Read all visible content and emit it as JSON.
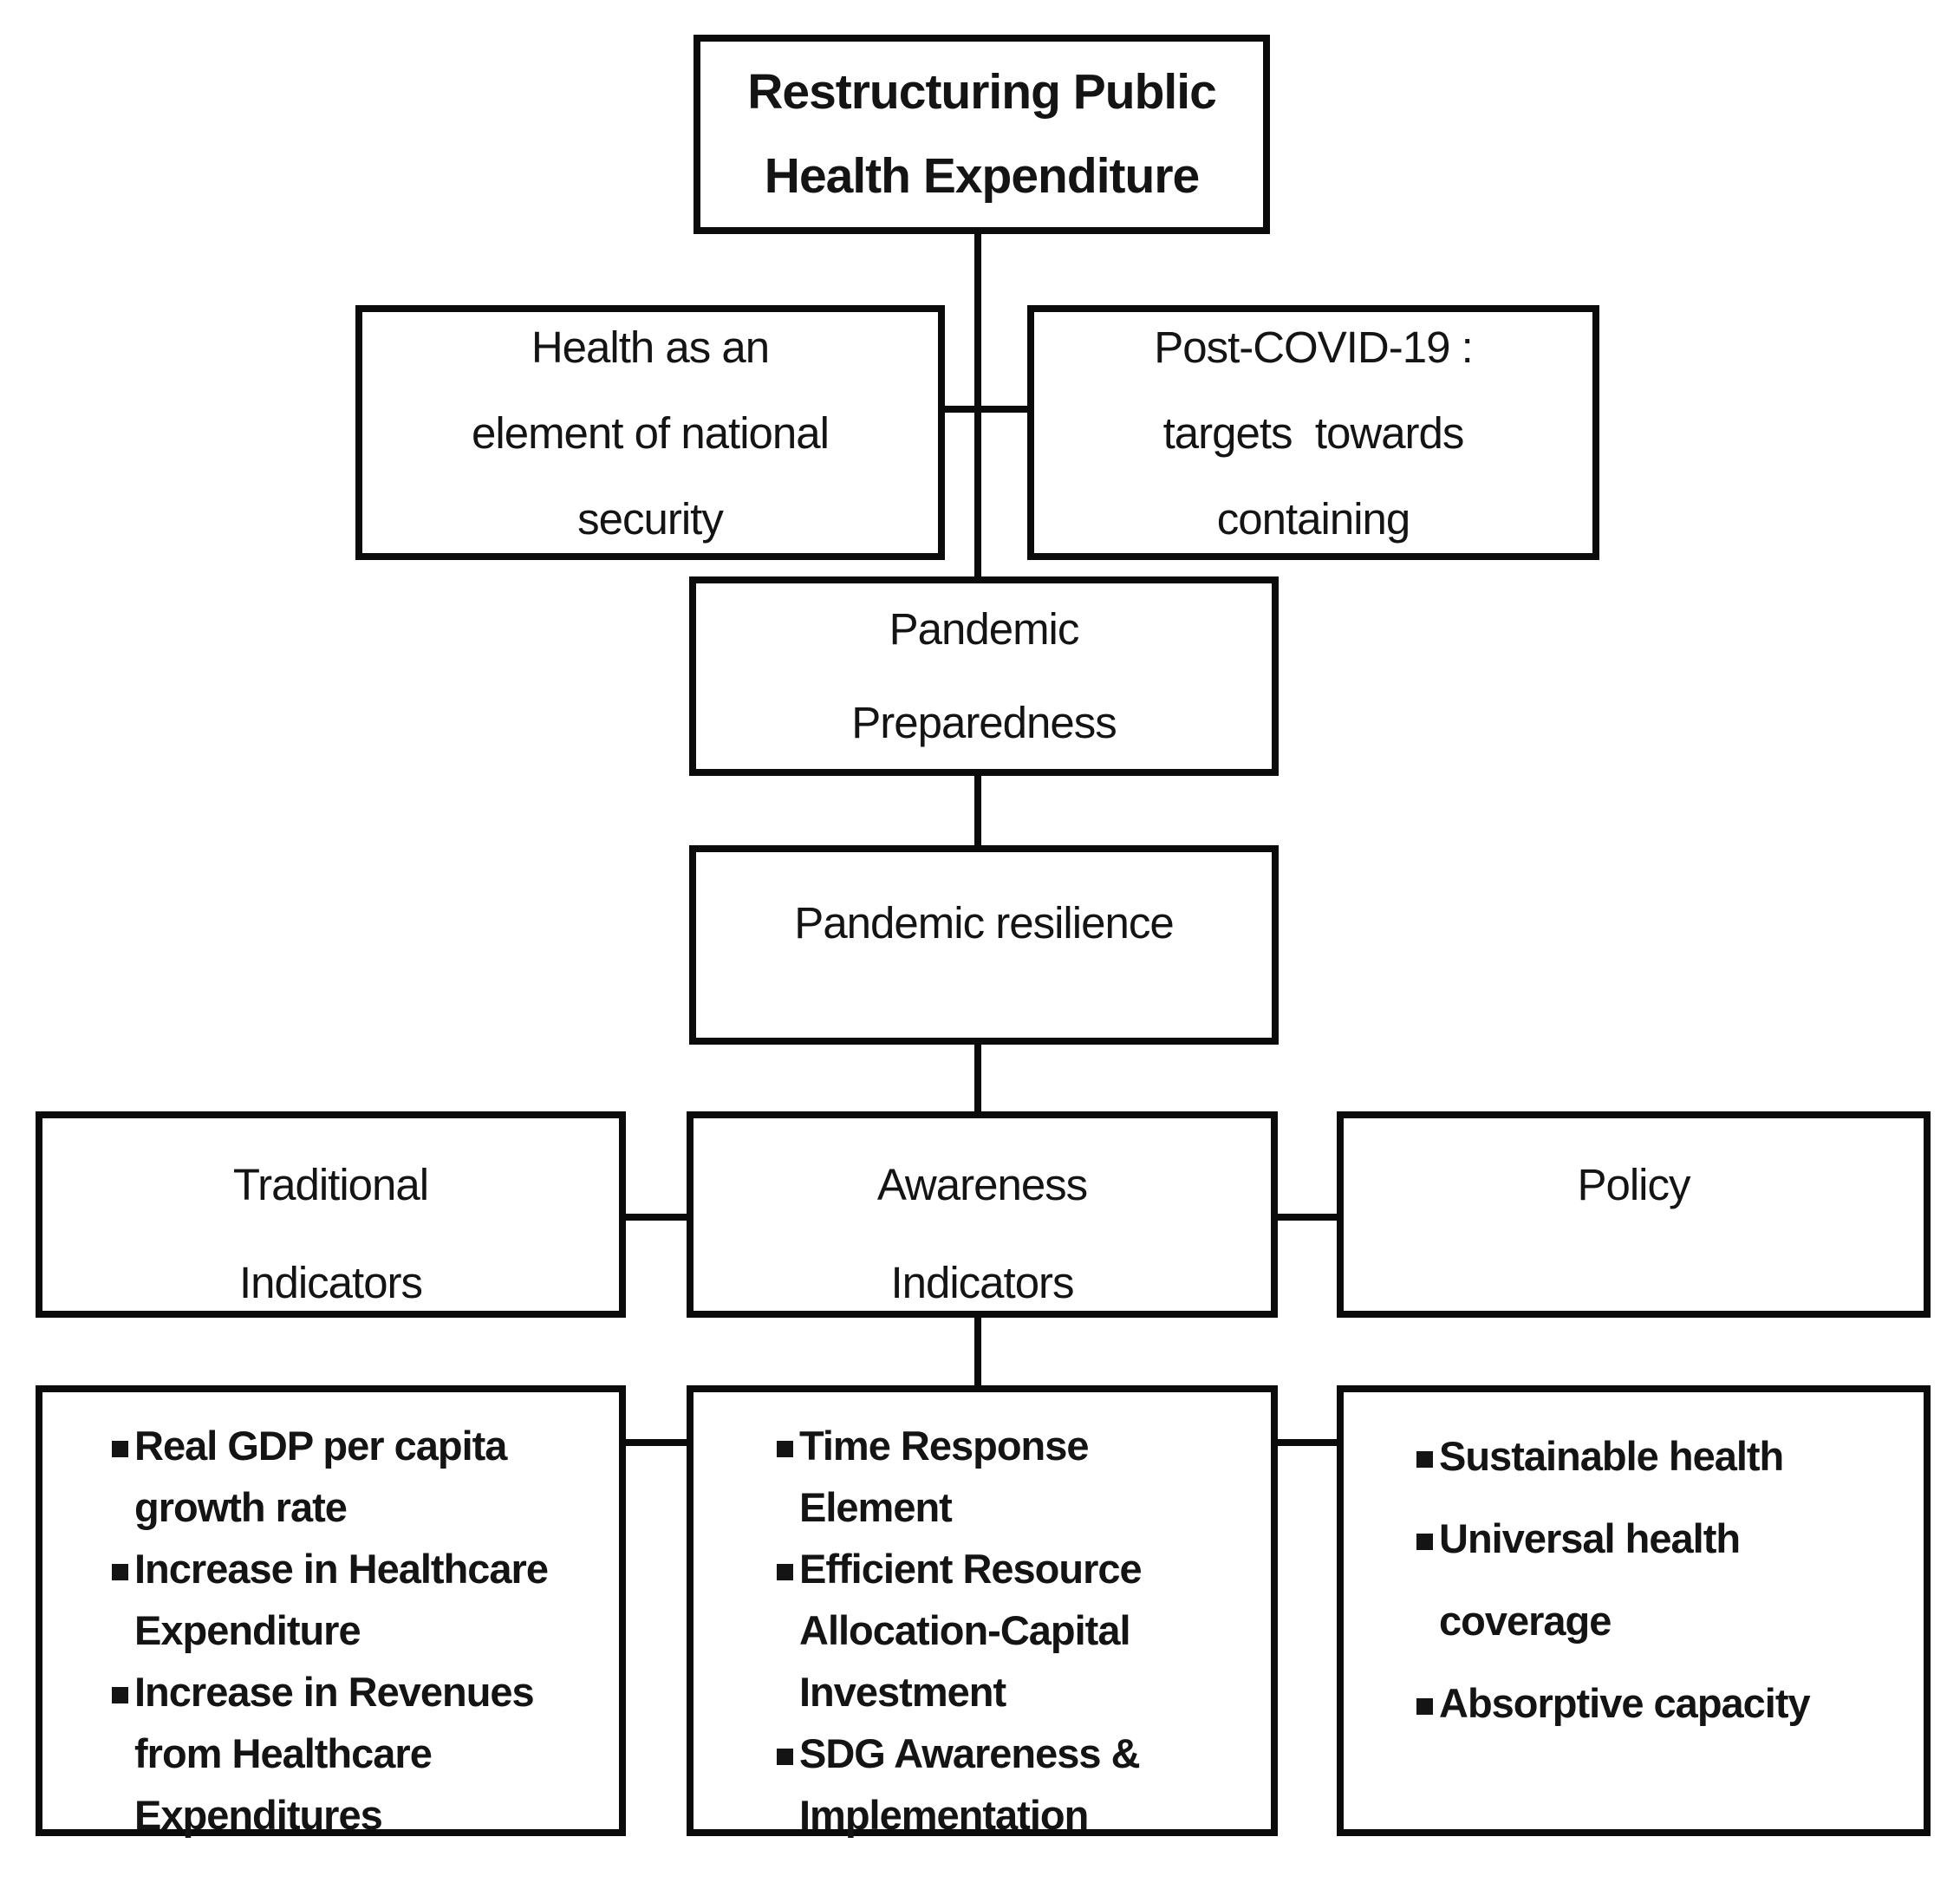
{
  "diagram": {
    "background_color": "#ffffff",
    "line_color": "#0b0b0b",
    "text_color": "#141414",
    "nodes": {
      "top": {
        "lines": [
          "Restructuring Public",
          "Health Expenditure"
        ]
      },
      "health_security": {
        "lines": [
          "Health as an",
          "element of national",
          "security"
        ]
      },
      "post_covid": {
        "lines": [
          "Post-COVID-19 :",
          "targets  towards",
          "containing"
        ]
      },
      "pandemic_preparedness": {
        "lines": [
          "Pandemic",
          "Preparedness"
        ]
      },
      "pandemic_resilience": {
        "lines": [
          "Pandemic resilience"
        ]
      },
      "traditional_indicators": {
        "lines": [
          "Traditional",
          "Indicators"
        ]
      },
      "awareness_indicators": {
        "lines": [
          "Awareness",
          "Indicators"
        ]
      },
      "policy": {
        "lines": [
          "Policy"
        ]
      },
      "traditional_details": {
        "items": [
          {
            "lines": [
              "Real GDP per capita",
              "growth rate"
            ]
          },
          {
            "lines": [
              "Increase in Healthcare",
              "Expenditure"
            ]
          },
          {
            "lines": [
              "Increase in Revenues",
              "from Healthcare",
              "Expenditures"
            ]
          }
        ]
      },
      "awareness_details": {
        "items": [
          {
            "lines": [
              "Time Response",
              "Element"
            ]
          },
          {
            "lines": [
              "Efficient Resource",
              "Allocation-Capital",
              "Investment"
            ]
          },
          {
            "lines": [
              "SDG Awareness &",
              "Implementation"
            ]
          }
        ]
      },
      "policy_details": {
        "items": [
          {
            "lines": [
              "Sustainable health"
            ]
          },
          {
            "lines": [
              "Universal health",
              "coverage"
            ]
          },
          {
            "lines": [
              "Absorptive capacity"
            ]
          }
        ]
      }
    }
  }
}
